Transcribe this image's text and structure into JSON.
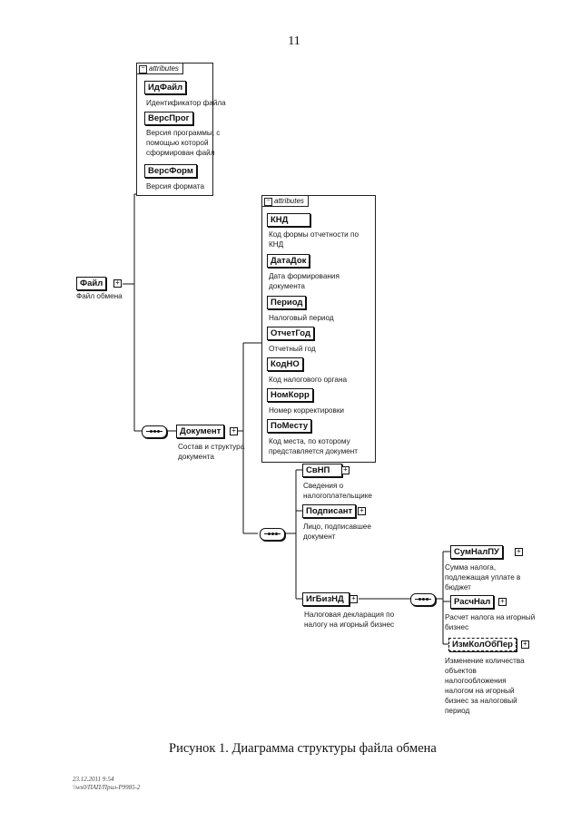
{
  "page_number": "11",
  "attributes_label": "attributes",
  "root": {
    "name": "Файл",
    "desc": "Файл обмена"
  },
  "file_attributes": [
    {
      "name": "ИдФайл",
      "desc": [
        "Идентификатор файла"
      ]
    },
    {
      "name": "ВерсПрог",
      "desc": [
        "Версия программы, с",
        "помощью которой",
        "сформирован файл"
      ]
    },
    {
      "name": "ВерсФорм",
      "desc": [
        "Версия формата"
      ]
    }
  ],
  "document": {
    "name": "Документ",
    "desc": [
      "Состав и структура",
      "документа"
    ]
  },
  "document_attributes": [
    {
      "name": "КНД",
      "desc": [
        "Код формы отчетности по",
        "КНД"
      ]
    },
    {
      "name": "ДатаДок",
      "desc": [
        "Дата формирования",
        "документа"
      ]
    },
    {
      "name": "Период",
      "desc": [
        "Налоговый период"
      ]
    },
    {
      "name": "ОтчетГод",
      "desc": [
        "Отчетный год"
      ]
    },
    {
      "name": "КодНО",
      "desc": [
        "Код налогового органа"
      ]
    },
    {
      "name": "НомКорр",
      "desc": [
        "Номер корректировки"
      ]
    },
    {
      "name": "ПоМесту",
      "desc": [
        "Код места, по которому",
        "представляется документ"
      ]
    }
  ],
  "document_children": [
    {
      "name": "СвНП",
      "desc": [
        "Сведения о",
        "налогоплательщике"
      ]
    },
    {
      "name": "Подписант",
      "desc": [
        "Лицо, подписавшее",
        "документ"
      ]
    },
    {
      "name": "ИгБизНД",
      "desc": [
        "Налоговая декларация по",
        "налогу на игорный бизнес"
      ]
    }
  ],
  "declaration_children": [
    {
      "name": "СумНалПУ",
      "desc": [
        "Сумма налога,",
        "подлежащая уплате в",
        "бюджет"
      ]
    },
    {
      "name": "РасчНал",
      "desc": [
        "Расчет налога на игорный",
        "бизнес"
      ]
    },
    {
      "name": "ИзмКолОбПер",
      "desc": [
        "Изменение количества",
        "объектов",
        "налогообложения",
        "налогом на игорный",
        "бизнес за налоговый",
        "период"
      ]
    }
  ],
  "caption": "Рисунок 1. Диаграмма структуры файла обмена",
  "footer": {
    "line1": "23.12.2011 9:54",
    "line2": "\\\\ws0/ПАП/Прил-Р9985-2"
  }
}
